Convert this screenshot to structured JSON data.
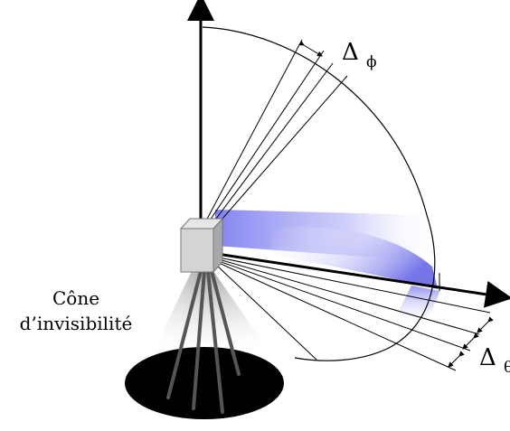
{
  "labels": {
    "cone_line1": "Cône",
    "cone_line2": "d’invisibilité",
    "delta_phi_symbol": "Δ",
    "delta_phi_sub": "ϕ",
    "delta_theta_symbol": "Δ",
    "delta_theta_sub": "θ"
  },
  "colors": {
    "ink": "#000000",
    "shade_blue": "#8f8ff0",
    "sensor_face": "#d8d8d8",
    "sensor_side": "#a8a8a8",
    "sensor_top": "#e8e8e8",
    "cone_gray": "#bdbdbd",
    "ground_shadow": "#000000"
  }
}
